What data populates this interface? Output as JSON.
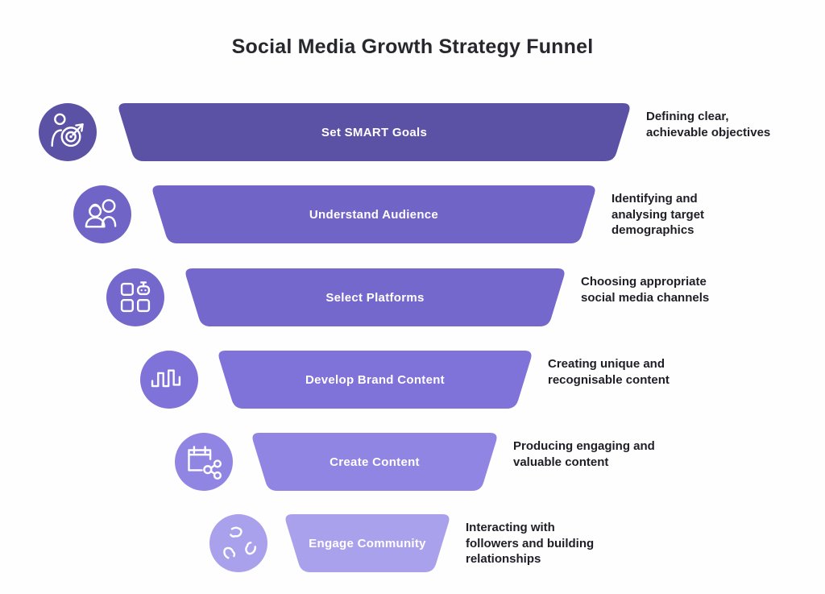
{
  "title": "Social Media Growth Strategy Funnel",
  "title_color": "#27272e",
  "description_color": "#1e1e26",
  "bar_text_color": "#ffffff",
  "background": "#fefefe",
  "stages": [
    {
      "label": "Set SMART Goals",
      "description": "Defining clear,\nachievable objectives",
      "color": "#5b51a5",
      "icon": "goal-target-icon"
    },
    {
      "label": "Understand Audience",
      "description": "Identifying and\nanalysing target\ndemographics",
      "color": "#7064c6",
      "icon": "audience-icon"
    },
    {
      "label": "Select Platforms",
      "description": "Choosing appropriate\nsocial media channels",
      "color": "#7568cd",
      "icon": "app-grid-icon"
    },
    {
      "label": "Develop Brand Content",
      "description": "Creating unique and\nrecognisable content",
      "color": "#7f72d8",
      "icon": "waveform-icon"
    },
    {
      "label": "Create Content",
      "description": "Producing engaging and\nvaluable content",
      "color": "#9185e4",
      "icon": "content-calendar-icon"
    },
    {
      "label": "Engage Community",
      "description": "Interacting with\nfollowers and building\nrelationships",
      "color": "#aaa1ed",
      "icon": "community-hands-icon"
    }
  ]
}
